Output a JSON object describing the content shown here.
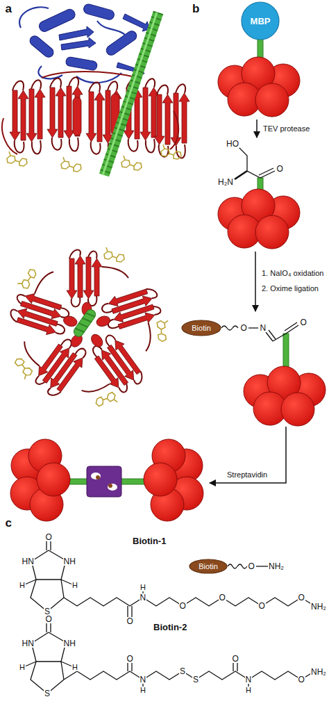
{
  "diagram": {
    "nodes": [
      {
        "text": [
          "MBP"
        ]
      },
      {
        "text": [
          "Biotin"
        ]
      },
      {
        "text": [
          "Biotin"
        ]
      }
    ],
    "labels": [
      "a",
      "b",
      "TEV protease",
      "HO",
      "H₂N",
      "O",
      "1. NaIO₄ oxidation",
      "2. Oxime ligation",
      "O",
      "N",
      "O",
      "Streptavidin",
      "c",
      "Biotin-1",
      "O",
      "NH₂",
      "O",
      "HN",
      "NH",
      "H",
      "H",
      "S",
      "O",
      "N",
      "H",
      "O",
      "O",
      "O",
      "O",
      "NH₂",
      "Biotin-2",
      "O",
      "HN",
      "NH",
      "H",
      "H",
      "S",
      "O",
      "N",
      "H",
      "S",
      "S",
      "O",
      "N",
      "H",
      "O",
      "NH₂"
    ]
  }
}
